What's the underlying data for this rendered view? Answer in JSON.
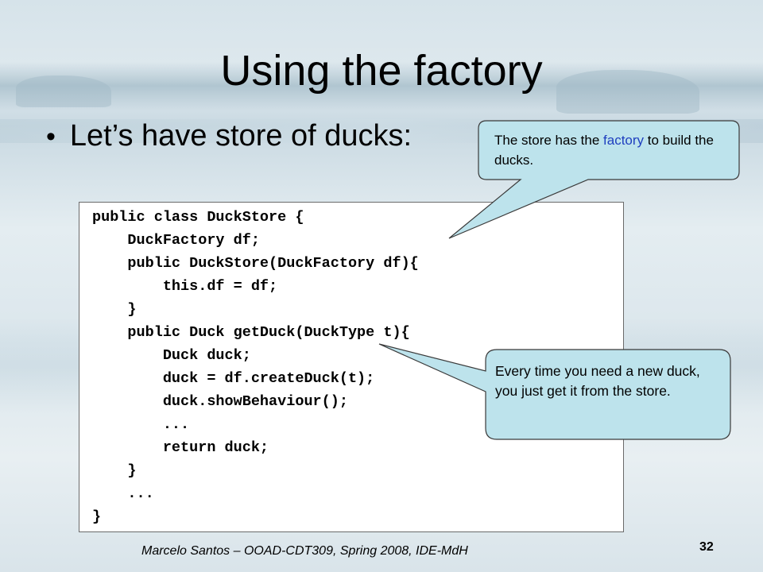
{
  "slide": {
    "title": "Using the factory",
    "bullet": "Let’s have store of ducks:",
    "footer": "Marcelo Santos – OOAD-CDT309, Spring 2008, IDE-MdH",
    "page_number": "32"
  },
  "code": {
    "lines": [
      "public class DuckStore {",
      "    DuckFactory df;",
      "    public DuckStore(DuckFactory df){",
      "        this.df = df;",
      "    }",
      "    public Duck getDuck(DuckType t){",
      "        Duck duck;",
      "        duck = df.createDuck(t);",
      "        duck.showBehaviour();",
      "        ...",
      "        return duck;",
      "    }",
      "    ...",
      "}"
    ]
  },
  "callouts": {
    "factory_note": {
      "before": "The store has the ",
      "highlight": "factory",
      "after": " to build the ducks."
    },
    "store_note": "Every time you need a new duck, you just get it from the store."
  },
  "colors": {
    "callout_fill": "#bde3ec",
    "callout_border": "#3a3a3a",
    "accent": "#1f3fbf"
  }
}
